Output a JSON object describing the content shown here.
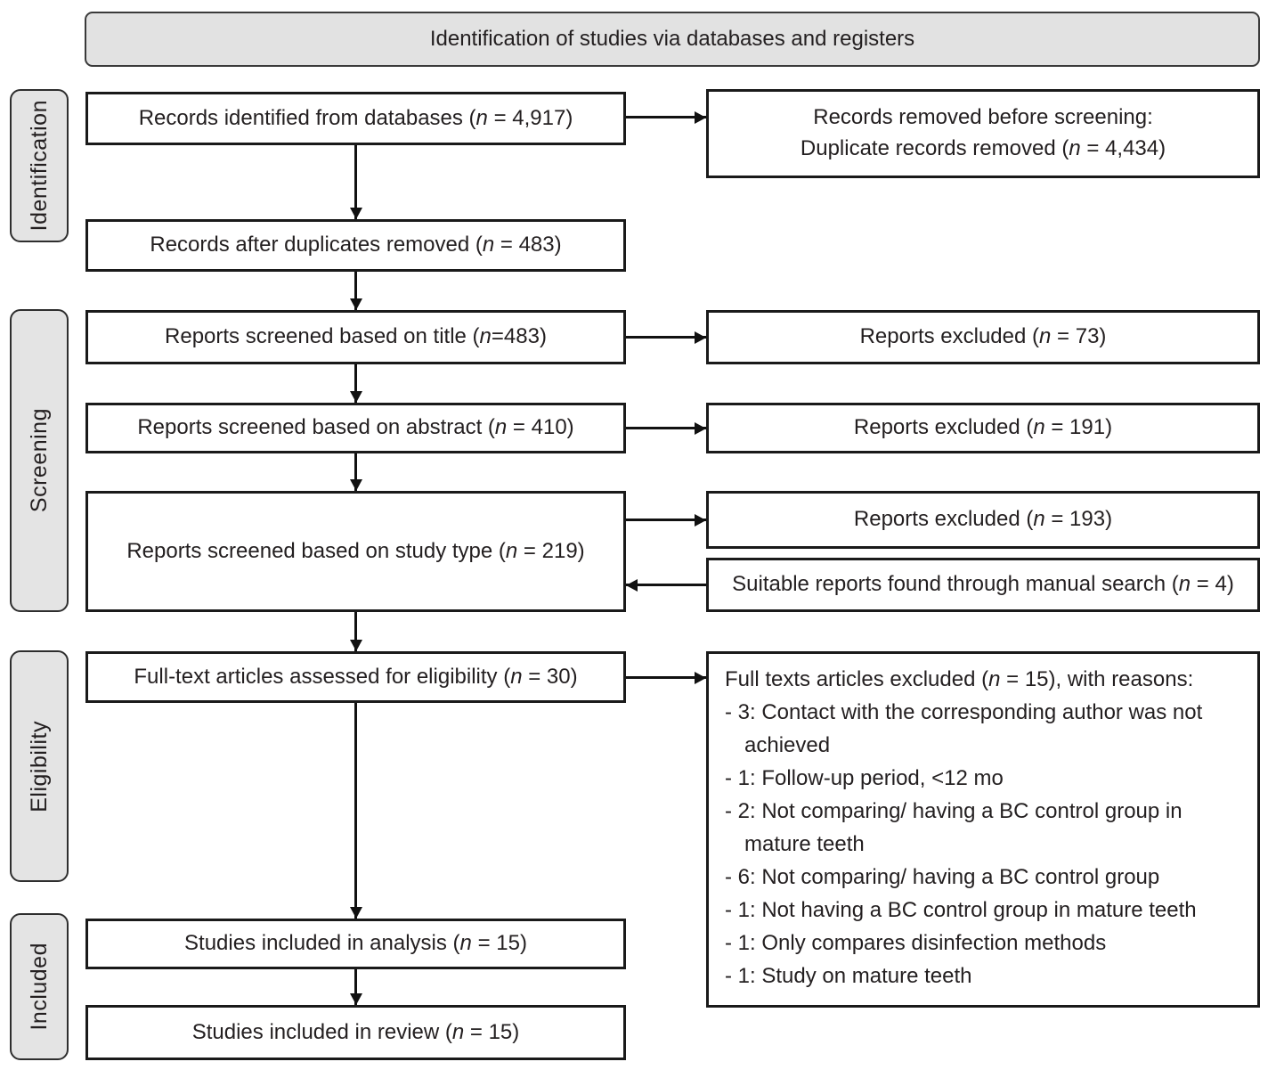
{
  "title_bar": {
    "label": "Identification of studies via databases and registers"
  },
  "stages": [
    {
      "label": "Identification"
    },
    {
      "label": "Screening"
    },
    {
      "label": "Eligibility"
    },
    {
      "label": "Included"
    }
  ],
  "boxes": {
    "records_identified": "Records identified from databases (n = 4,917)",
    "records_after_duplicates": "Records after duplicates removed (n = 483)",
    "screened_title": "Reports screened based on title (n=483)",
    "screened_abstract": "Reports screened based on abstract (n = 410)",
    "screened_study_type": "Reports screened based on study type (n = 219)",
    "fulltext_assessed": "Full-text articles assessed for eligibility (n = 30)",
    "included_analysis": "Studies included in analysis (n = 15)",
    "included_review": "Studies included in review (n = 15)",
    "removed_before_screening_line1": "Records removed before screening:",
    "removed_before_screening_line2": "Duplicate records removed (n = 4,434)",
    "excluded_title": "Reports excluded (n = 73)",
    "excluded_abstract": "Reports excluded (n = 191)",
    "excluded_study_type": "Reports excluded (n = 193)",
    "manual_search": "Suitable reports found through manual search (n = 4)",
    "fulltext_excluded_header": "Full texts articles excluded (n = 15), with reasons:",
    "fulltext_excluded_reasons": [
      "- 3: Contact with the corresponding author was not achieved",
      "- 1: Follow-up period, <12 mo",
      "- 2: Not comparing/ having a BC control group in mature teeth",
      "- 6: Not comparing/ having a BC control group",
      "- 1: Not having a BC control group in mature teeth",
      "- 1: Only compares disinfection methods",
      "- 1: Study on mature teeth"
    ]
  },
  "colors": {
    "box_border": "#1a1a1a",
    "text": "#231f20",
    "stage_fill": "#e4e4e4",
    "header_fill": "#e2e2e2"
  }
}
